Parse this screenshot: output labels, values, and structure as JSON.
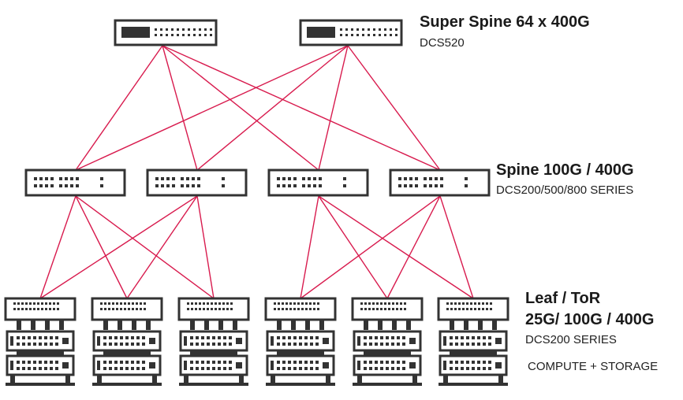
{
  "colors": {
    "link": "#d81b4e",
    "device": "#333333",
    "background": "#ffffff"
  },
  "tiers": {
    "super_spine": {
      "title": "Super Spine 64 x 400G",
      "model": "DCS520"
    },
    "spine": {
      "title": "Spine 100G / 400G",
      "model": "DCS200/500/800 SERIES"
    },
    "leaf": {
      "title_line1": "Leaf / ToR",
      "title_line2": "25G/ 100G / 400G",
      "model": "DCS200 SERIES",
      "note": "COMPUTE + STORAGE"
    }
  },
  "topology": {
    "super_spine_count": 2,
    "spine_count": 4,
    "rack_count": 6,
    "super_spine_to_spine": "full-mesh",
    "spine_pod_a": [
      0,
      1
    ],
    "spine_pod_b": [
      2,
      3
    ],
    "racks_pod_a": [
      0,
      1,
      2
    ],
    "racks_pod_b": [
      3,
      4,
      5
    ]
  }
}
